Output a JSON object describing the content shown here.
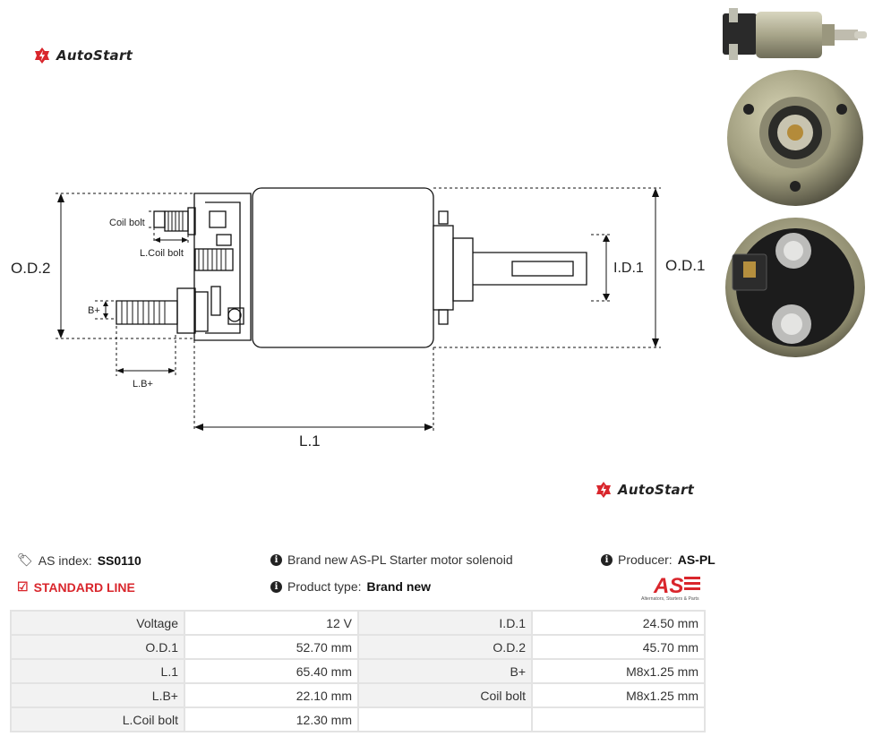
{
  "brand": {
    "name": "AutoStart"
  },
  "drawing": {
    "labels": {
      "od2": "O.D.2",
      "od1": "O.D.1",
      "id1": "I.D.1",
      "l1": "L.1",
      "coil_bolt": "Coil bolt",
      "l_coil_bolt": "L.Coil bolt",
      "b_plus": "B+",
      "l_b_plus": "L.B+"
    }
  },
  "info": {
    "as_index_label": "AS index:",
    "as_index_value": "SS0110",
    "standard_line": "STANDARD LINE",
    "description": "Brand new AS-PL Starter motor solenoid",
    "product_type_label": "Product type:",
    "product_type_value": "Brand new",
    "producer_label": "Producer:",
    "producer_value": "AS-PL",
    "producer_logo_text": "AS",
    "producer_logo_tagline": "Alternators, Starters & Parts"
  },
  "specs": [
    [
      "Voltage",
      "12 V",
      "I.D.1",
      "24.50 mm"
    ],
    [
      "O.D.1",
      "52.70 mm",
      "O.D.2",
      "45.70 mm"
    ],
    [
      "L.1",
      "65.40 mm",
      "B+",
      "M8x1.25 mm"
    ],
    [
      "L.B+",
      "22.10 mm",
      "Coil bolt",
      "M8x1.25 mm"
    ],
    [
      "L.Coil bolt",
      "12.30 mm",
      "",
      ""
    ]
  ],
  "colors": {
    "brand_red": "#d9262c",
    "table_key_bg": "#f2f2f2",
    "table_border": "#e3e3e3"
  }
}
